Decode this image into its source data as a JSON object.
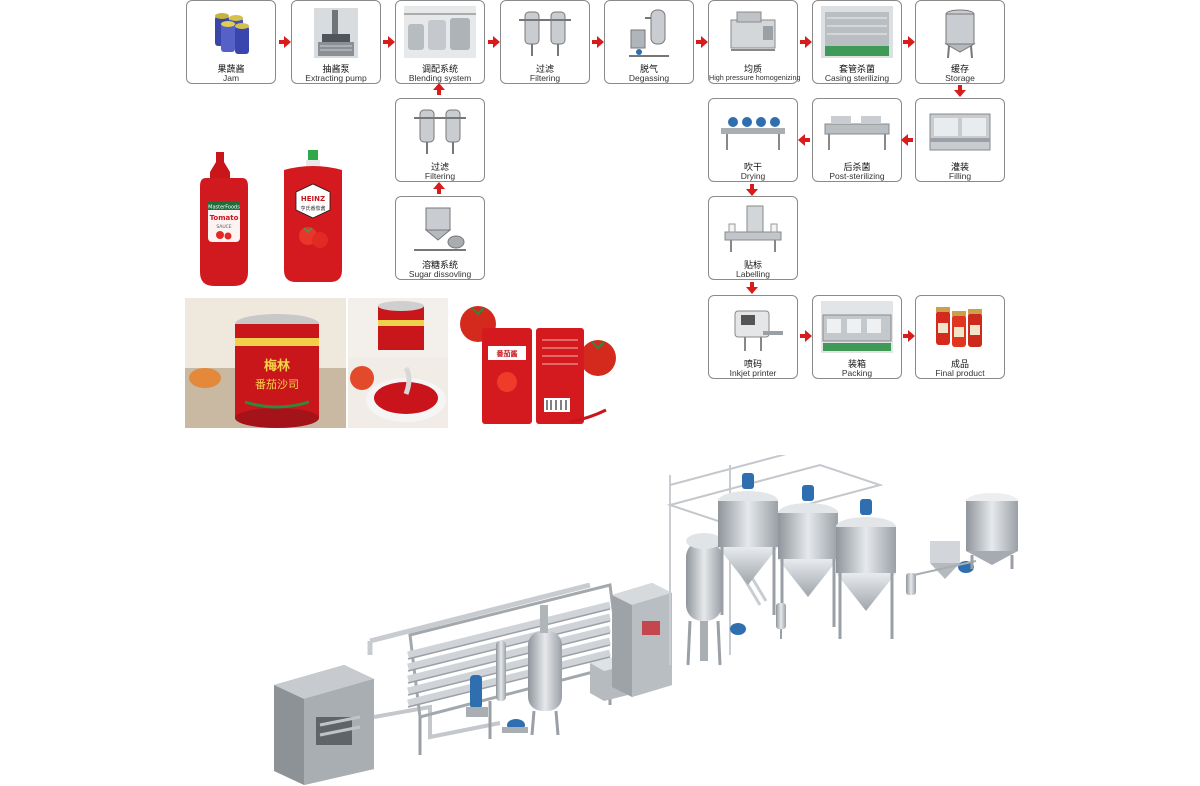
{
  "steps": {
    "jam": {
      "zh": "果蔬酱",
      "en": "Jam",
      "icon": "cans-icon"
    },
    "pump": {
      "zh": "抽酱泵",
      "en": "Extracting pump",
      "icon": "pump-icon"
    },
    "blend": {
      "zh": "调配系统",
      "en": "Blending system",
      "icon": "tanks-icon"
    },
    "filter1": {
      "zh": "过滤",
      "en": "Filtering",
      "icon": "filter-icon"
    },
    "degas": {
      "zh": "脱气",
      "en": "Degassing",
      "icon": "degasser-icon"
    },
    "homog": {
      "zh": "均质",
      "en": "High pressure homogenizing",
      "icon": "homogenizer-icon"
    },
    "casing": {
      "zh": "套管杀菌",
      "en": "Casing sterilizing",
      "icon": "sterilizer-icon"
    },
    "storage": {
      "zh": "缓存",
      "en": "Storage",
      "icon": "storage-tank-icon"
    },
    "filter2": {
      "zh": "过滤",
      "en": "Filtering",
      "icon": "filter-icon"
    },
    "sugar": {
      "zh": "溶糖系统",
      "en": "Sugar dissovling",
      "icon": "sugar-tank-icon"
    },
    "drying": {
      "zh": "吹干",
      "en": "Drying",
      "icon": "dryer-icon"
    },
    "post": {
      "zh": "后杀菌",
      "en": "Post-sterilizing",
      "icon": "conveyor-icon"
    },
    "filling": {
      "zh": "灌装",
      "en": "Filling",
      "icon": "filling-machine-icon"
    },
    "labelling": {
      "zh": "贴标",
      "en": "Labelling",
      "icon": "labeller-icon"
    },
    "inkjet": {
      "zh": "喷码",
      "en": "Inkjet printer",
      "icon": "printer-icon"
    },
    "packing": {
      "zh": "装箱",
      "en": "Packing",
      "icon": "packing-line-icon"
    },
    "final": {
      "zh": "成品",
      "en": "Final product",
      "icon": "jars-icon"
    }
  },
  "products": {
    "bottle_brand": "MasterFoods",
    "bottle_name": "Tomato",
    "bottle_sub": "SAUCE",
    "pouch_brand": "HEINZ",
    "pouch_name": "亨氏番茄酱",
    "can_brand": "梅林",
    "can_text": "番茄沙司",
    "sachet_text": "番茄酱"
  },
  "colors": {
    "arrow": "#d81b1b",
    "border": "#8a8a8a",
    "steel": "#b9bec4",
    "motor": "#2f6fb0",
    "tomato": "#d71f1f"
  }
}
